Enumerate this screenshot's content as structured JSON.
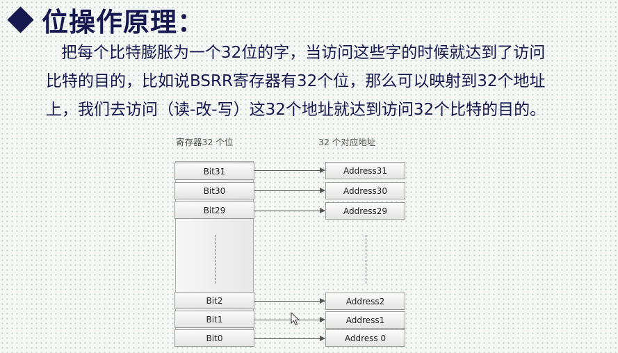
{
  "heading": {
    "title": "位操作原理："
  },
  "paragraph": {
    "line1": "把每个比特膨胀为一个32位的字，当访问这些字的时候就达到了访问",
    "line2": "比特的目的，比如说BSRR寄存器有32个位，那么可以映射到32个地址",
    "line3": "上，我们去访问（读-改-写）这32个地址就达到访问32个比特的目的。"
  },
  "diagram": {
    "register_header": "寄存器32 个位",
    "address_header": "32 个对应地址",
    "bits": [
      {
        "label": "Bit31",
        "address": "Address31"
      },
      {
        "label": "Bit30",
        "address": "Address30"
      },
      {
        "label": "Bit29",
        "address": "Address29"
      },
      {
        "label": "Bit2",
        "address": "Address2"
      },
      {
        "label": "Bit1",
        "address": "Address1"
      },
      {
        "label": "Bit0",
        "address": "Address 0"
      }
    ]
  }
}
